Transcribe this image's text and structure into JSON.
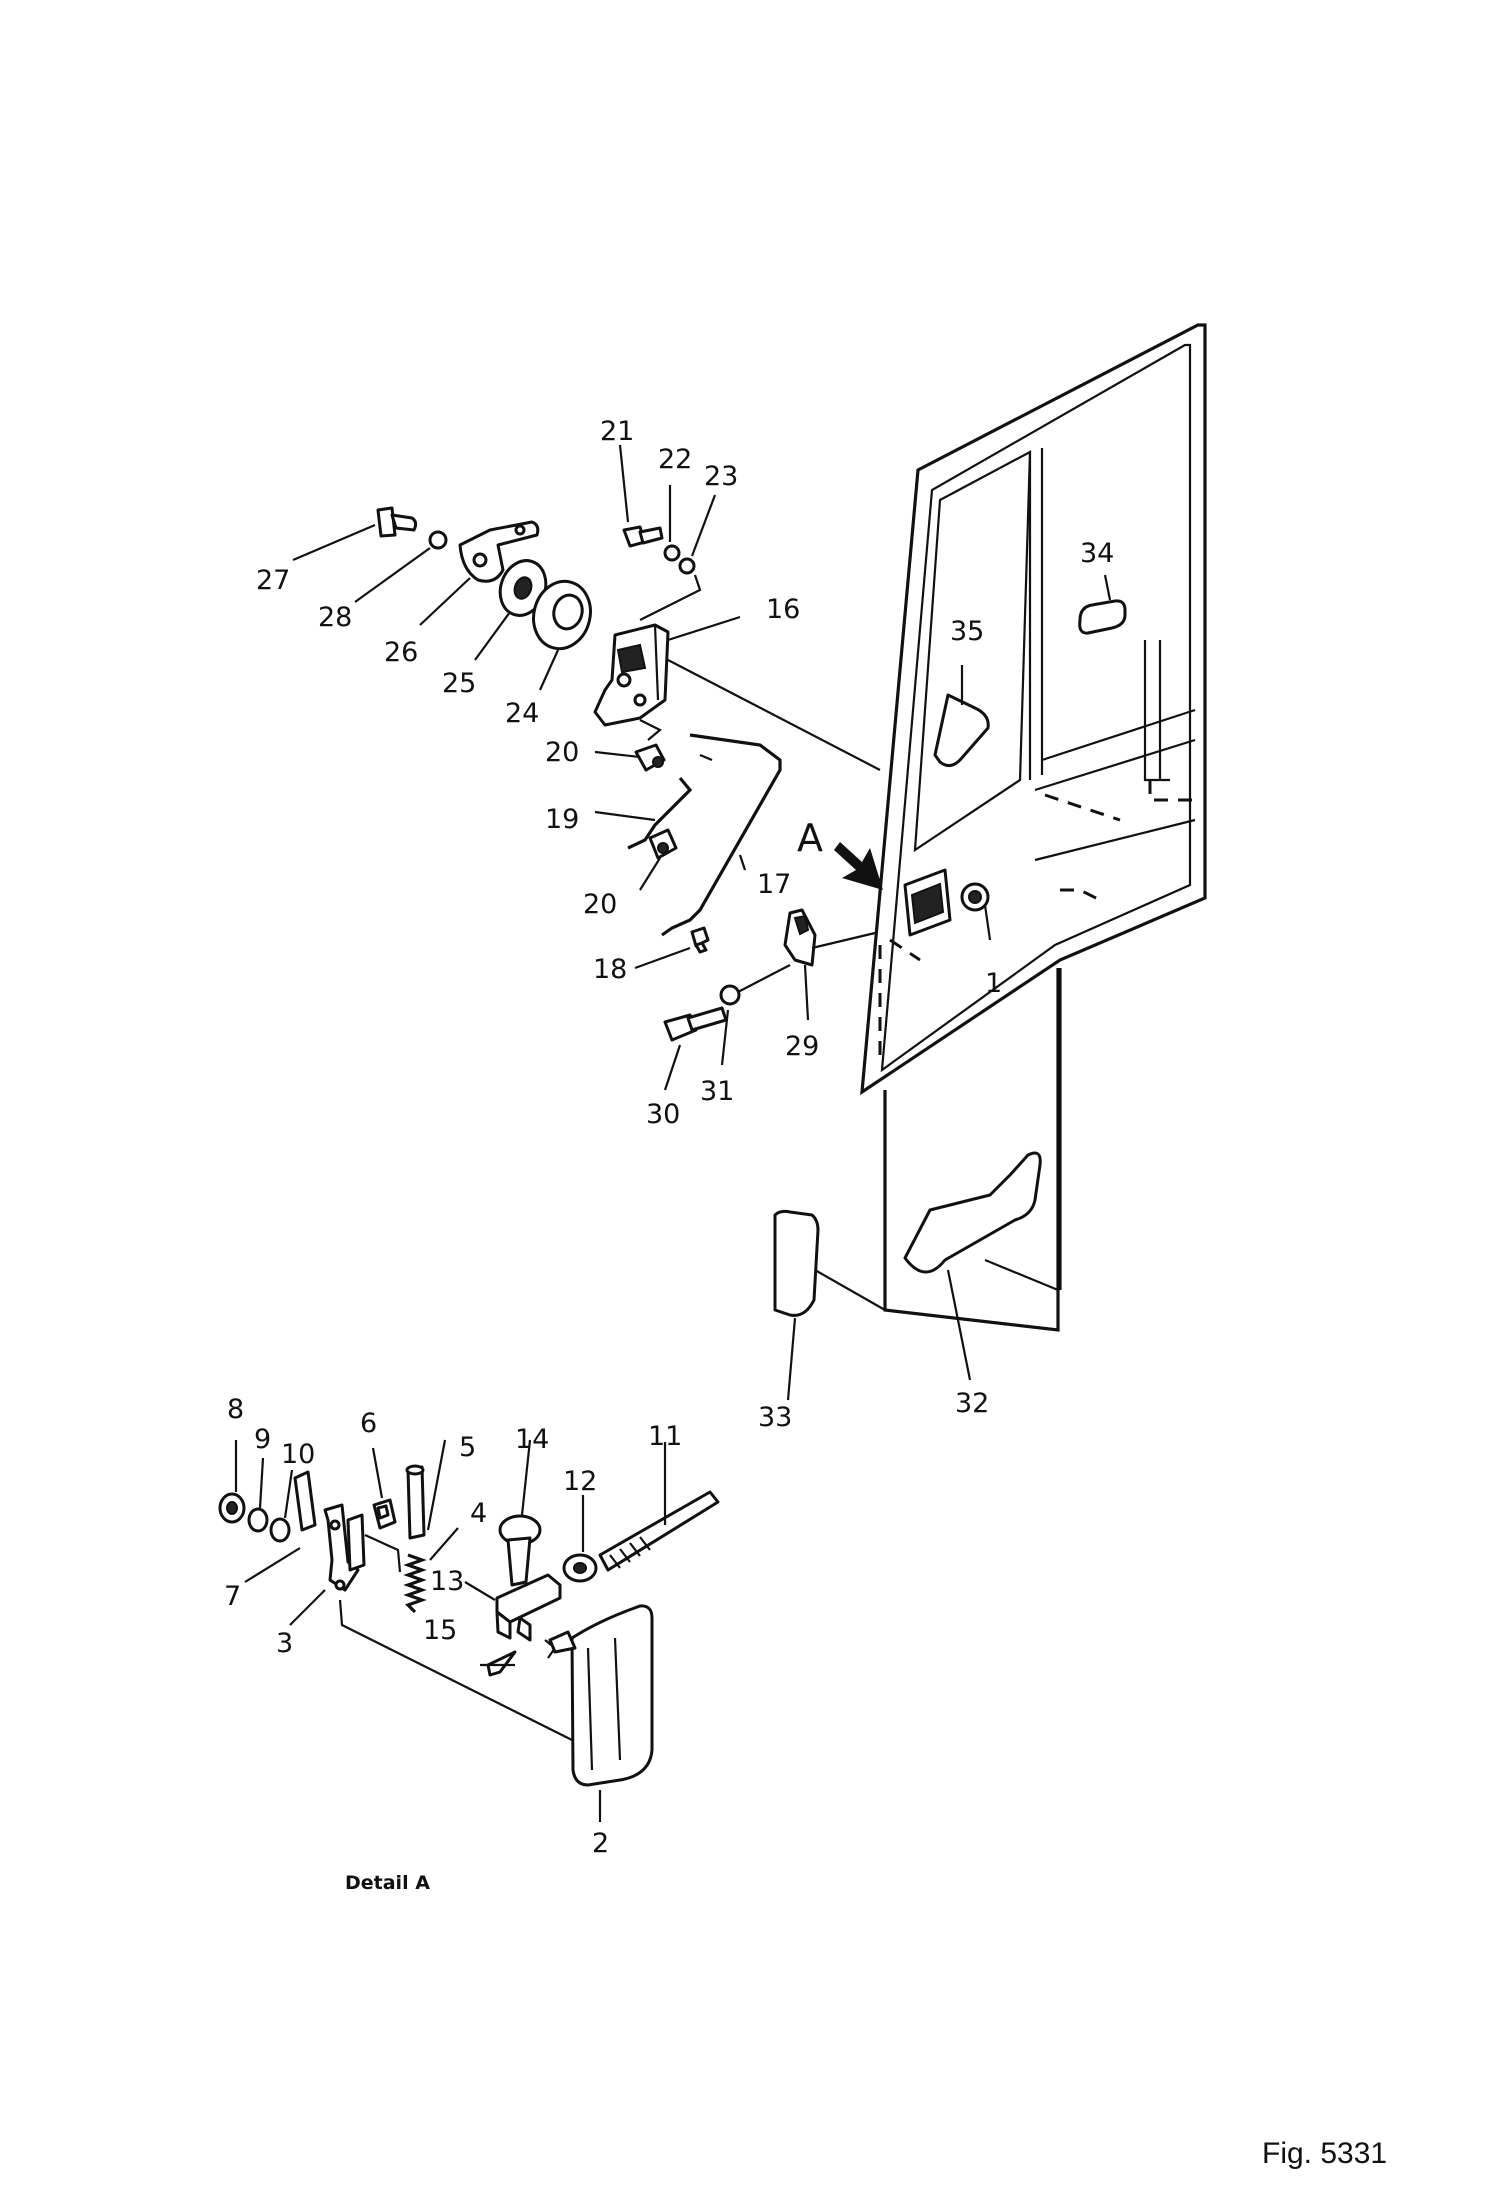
{
  "figure_label": "Fig. 5331",
  "detail_caption": "Detail A",
  "view_marker": "A",
  "callouts": [
    "1",
    "2",
    "3",
    "4",
    "5",
    "6",
    "7",
    "8",
    "9",
    "10",
    "11",
    "12",
    "13",
    "14",
    "15",
    "16",
    "17",
    "18",
    "19",
    "20",
    "20",
    "21",
    "22",
    "23",
    "24",
    "25",
    "26",
    "27",
    "28",
    "29",
    "30",
    "31",
    "32",
    "33",
    "34",
    "35"
  ]
}
